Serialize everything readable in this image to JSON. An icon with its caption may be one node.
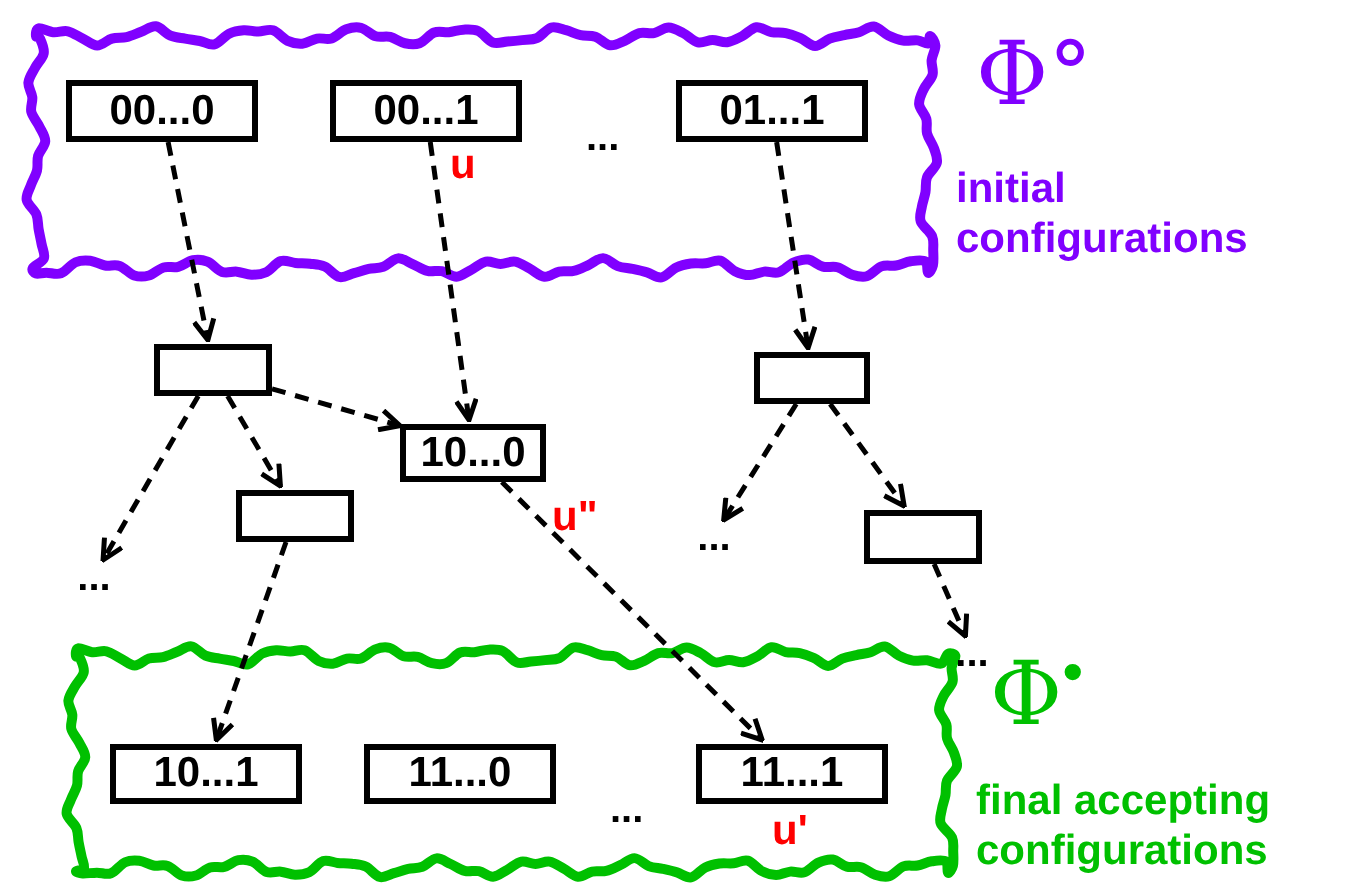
{
  "diagram": {
    "nodes": [
      {
        "text": [
          "Φ°",
          "initial configurations"
        ]
      },
      {
        "text": [
          "00...0"
        ],
        "in": 0
      },
      {
        "text": [
          "00...1"
        ],
        "in": 0,
        "beside": [
          "u"
        ]
      },
      {
        "text": [
          "01...1"
        ],
        "in": 0
      },
      {
        "text": [],
        "shape": "box"
      },
      {
        "text": [],
        "shape": "box"
      },
      {
        "text": [
          "10...0"
        ],
        "beside": [
          "u\""
        ]
      },
      {
        "text": [],
        "shape": "box"
      },
      {
        "text": [
          "..."
        ]
      },
      {
        "text": [
          "..."
        ]
      },
      {
        "text": [],
        "shape": "box"
      },
      {
        "text": [
          "..."
        ]
      },
      {
        "text": [
          "Φ$^{•}$",
          "final accepting configurations"
        ]
      },
      {
        "text": [
          "10...1"
        ],
        "in": 12
      },
      {
        "text": [
          "11...0"
        ],
        "in": 12
      },
      {
        "text": [
          "11...1"
        ],
        "in": 12,
        "beside": [
          "u'"
        ]
      }
    ],
    "edges": [
      {
        "from": 1,
        "to": 4,
        "arrow": "to",
        "style": "dashed"
      },
      {
        "from": 2,
        "to": 6,
        "arrow": "to",
        "style": "dashed"
      },
      {
        "from": 3,
        "to": 5,
        "arrow": "to",
        "style": "dashed"
      },
      {
        "from": 4,
        "to": 6,
        "arrow": "to",
        "style": "dashed"
      },
      {
        "from": 4,
        "to": 8,
        "arrow": "to",
        "style": "dashed"
      },
      {
        "from": 4,
        "to": 7,
        "arrow": "to",
        "style": "dashed"
      },
      {
        "from": 7,
        "to": 13,
        "arrow": "to",
        "style": "dashed"
      },
      {
        "from": 6,
        "to": 15,
        "arrow": "to",
        "style": "dashed"
      },
      {
        "from": 5,
        "to": 9,
        "arrow": "to",
        "style": "dashed"
      },
      {
        "from": 5,
        "to": 10,
        "arrow": "to",
        "style": "dashed"
      },
      {
        "from": 10,
        "to": 11,
        "arrow": "to",
        "style": "dashed"
      }
    ],
    "labels": [
      "...",
      "..."
    ]
  }
}
